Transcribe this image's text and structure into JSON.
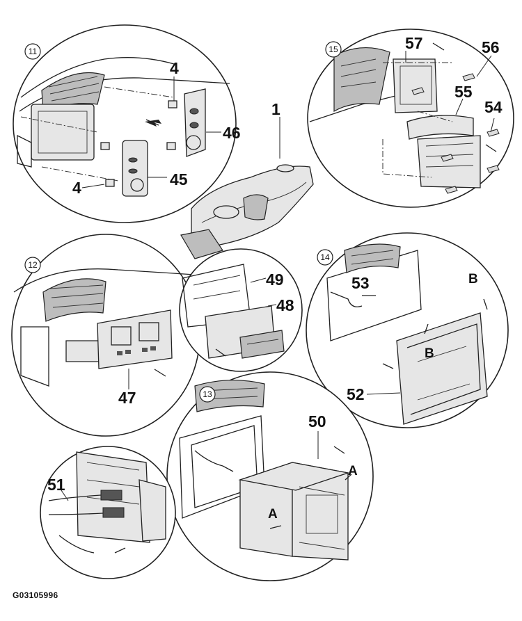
{
  "diagram": {
    "type": "exploded assembly illustration",
    "figure_code": "G03105996",
    "steps": [
      {
        "id": "step-11",
        "label": "11"
      },
      {
        "id": "step-12",
        "label": "12"
      },
      {
        "id": "step-13",
        "label": "13"
      },
      {
        "id": "step-14",
        "label": "14"
      },
      {
        "id": "step-15",
        "label": "15"
      }
    ],
    "callouts": {
      "c1": "1",
      "c4a": "4",
      "c4b": "4",
      "c45": "45",
      "c46": "46",
      "c47": "47",
      "c48": "48",
      "c49": "49",
      "c50": "50",
      "c51": "51",
      "c52": "52",
      "c53": "53",
      "c54": "54",
      "c55": "55",
      "c56": "56",
      "c57": "57"
    },
    "letters": {
      "b1": "B",
      "b2": "B",
      "a1": "A",
      "a2": "A"
    },
    "colors": {
      "line": "#222222",
      "fill": "#e6e6e6",
      "shade": "#bdbdbd",
      "background": "#ffffff"
    }
  }
}
